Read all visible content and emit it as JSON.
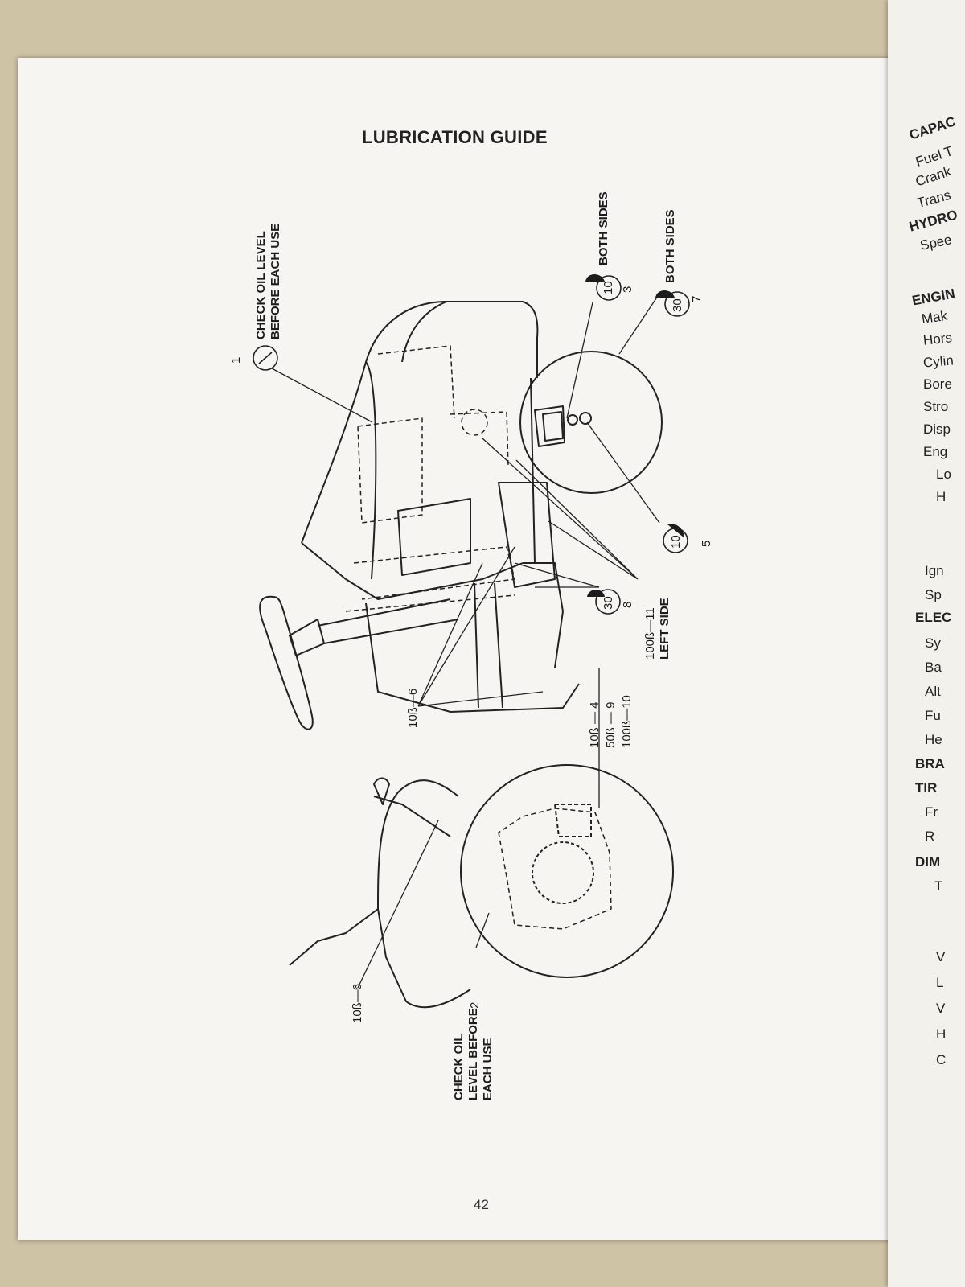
{
  "page": {
    "title": "LUBRICATION GUIDE",
    "page_number": "42"
  },
  "callouts": {
    "c1": {
      "number": "1",
      "lines": [
        "CHECK OIL LEVEL",
        "BEFORE EACH USE"
      ]
    },
    "c2": {
      "number": "2",
      "lines": [
        "CHECK OIL",
        "LEVEL BEFORE",
        "EACH USE"
      ]
    },
    "c3": {
      "number": "3",
      "code": "10",
      "label": "BOTH SIDES"
    },
    "c5": {
      "number": "5",
      "code": "10"
    },
    "c6a": {
      "label": "10ß—6"
    },
    "c6b": {
      "label": "10ß—6"
    },
    "c7": {
      "number": "7",
      "code": "30",
      "label": "BOTH SIDES"
    },
    "c8": {
      "number": "8",
      "code": "30"
    },
    "c4_9_10": {
      "lines": [
        "10ß — 4",
        "50ß — 9",
        "100ß—10"
      ]
    },
    "c11": {
      "lines": [
        "100ß—11",
        "LEFT SIDE"
      ]
    }
  },
  "next_page": {
    "lines": [
      "CAPAC",
      "Fuel T",
      "Crank",
      "Trans",
      "HYDRO",
      "Spee",
      "ENGIN",
      "Mak",
      "Hors",
      "Cylin",
      "Bore",
      "Stro",
      "Disp",
      "Eng",
      "Lo",
      "H",
      "Ign",
      "Sp",
      "ELEC",
      "Sy",
      "Ba",
      "Alt",
      "Fu",
      "He",
      "BRA",
      "TIR",
      "Fr",
      "R",
      "DIM",
      "T",
      "V",
      "L",
      "V",
      "H",
      "C"
    ]
  },
  "colors": {
    "paper": "#f6f5f2",
    "ink": "#1c1c1c",
    "background": "#cfc3a6"
  }
}
